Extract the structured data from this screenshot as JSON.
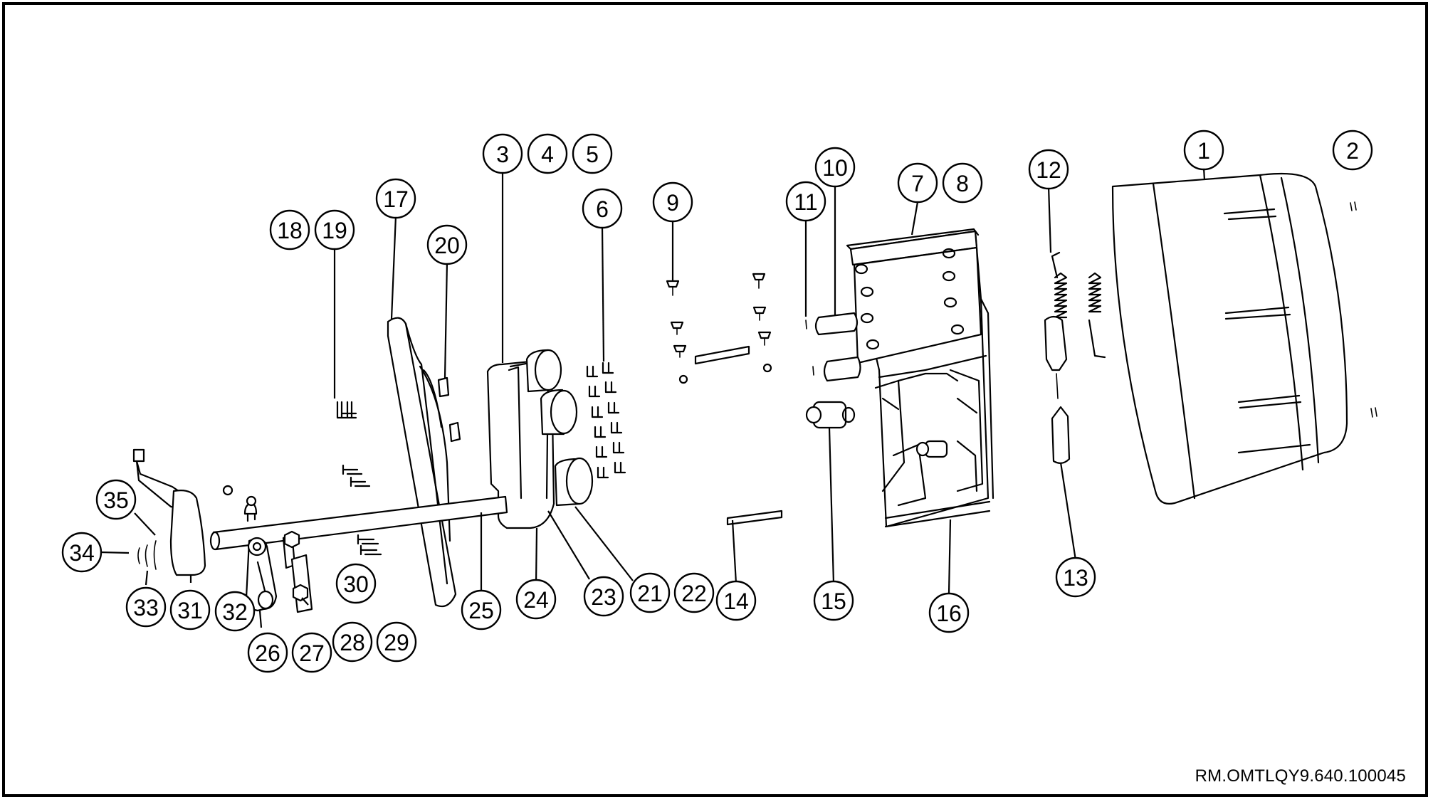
{
  "reference_code": "RM.OMTLQY9.640.100045",
  "callouts": [
    {
      "id": "c1",
      "label": "1"
    },
    {
      "id": "c2",
      "label": "2"
    },
    {
      "id": "c3",
      "label": "3"
    },
    {
      "id": "c4",
      "label": "4"
    },
    {
      "id": "c5",
      "label": "5"
    },
    {
      "id": "c6",
      "label": "6"
    },
    {
      "id": "c7",
      "label": "7"
    },
    {
      "id": "c8",
      "label": "8"
    },
    {
      "id": "c9",
      "label": "9"
    },
    {
      "id": "c10",
      "label": "10"
    },
    {
      "id": "c11",
      "label": "11"
    },
    {
      "id": "c12",
      "label": "12"
    },
    {
      "id": "c13",
      "label": "13"
    },
    {
      "id": "c14",
      "label": "14"
    },
    {
      "id": "c15",
      "label": "15"
    },
    {
      "id": "c16",
      "label": "16"
    },
    {
      "id": "c17",
      "label": "17"
    },
    {
      "id": "c18",
      "label": "18"
    },
    {
      "id": "c19",
      "label": "19"
    },
    {
      "id": "c20",
      "label": "20"
    },
    {
      "id": "c21",
      "label": "21"
    },
    {
      "id": "c22",
      "label": "22"
    },
    {
      "id": "c23",
      "label": "23"
    },
    {
      "id": "c24",
      "label": "24"
    },
    {
      "id": "c25",
      "label": "25"
    },
    {
      "id": "c26",
      "label": "26"
    },
    {
      "id": "c27",
      "label": "27"
    },
    {
      "id": "c28",
      "label": "28"
    },
    {
      "id": "c29",
      "label": "29"
    },
    {
      "id": "c30",
      "label": "30"
    },
    {
      "id": "c31",
      "label": "31"
    },
    {
      "id": "c32",
      "label": "32"
    },
    {
      "id": "c33",
      "label": "33"
    },
    {
      "id": "c34",
      "label": "34"
    },
    {
      "id": "c35",
      "label": "35"
    }
  ]
}
